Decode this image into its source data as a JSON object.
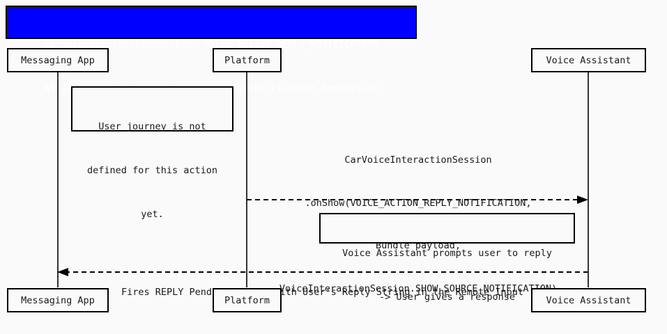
{
  "diagram": {
    "type": "sequence-diagram",
    "background_color": "#fafafa",
    "line_color": "#000000",
    "title": {
      "background_color": "#0000ff",
      "text_color": "#ffffff",
      "line1": "CarVoiceInteractionSession: VOICE_ACTION_REPLY_NOTIFICATION",
      "line2": "Assume Voice Assistant has Notification Listener Permission"
    },
    "participants": [
      {
        "id": "messaging-app",
        "label": "Messaging App"
      },
      {
        "id": "platform",
        "label": "Platform"
      },
      {
        "id": "voice-assistant",
        "label": "Voice Assistant"
      }
    ],
    "participants_bottom": [
      {
        "id": "messaging-app",
        "label": "Messaging App"
      },
      {
        "id": "platform",
        "label": "Platform"
      },
      {
        "id": "voice-assistant",
        "label": "Voice Assistant"
      }
    ],
    "notes": [
      {
        "id": "note-user-journey",
        "over": "messaging-app",
        "line1": "User journey is not",
        "line2": "defined for this action",
        "line3": "yet."
      },
      {
        "id": "note-voice-prompt",
        "over": "voice-assistant",
        "line1": "Voice Assistant prompts user to reply",
        "line2": "-> User gives a response"
      }
    ],
    "messages": [
      {
        "id": "msg-onshow",
        "from": "platform",
        "to": "voice-assistant",
        "style": "dashed",
        "direction": "right",
        "line1": "CarVoiceInteractionSession",
        "line2": ".onShow(VOICE_ACTION_REPLY_NOTIFICATION,",
        "line3": "Bundle payload,",
        "line4": "VoiceInteractionSession.SHOW_SOURCE_NOTIFICATION)"
      },
      {
        "id": "msg-reply-intent",
        "from": "voice-assistant",
        "to": "messaging-app",
        "style": "dashed",
        "direction": "left",
        "line1": "Fires REPLY Pending Intent with User's Reply String in the Remote Input"
      }
    ]
  }
}
